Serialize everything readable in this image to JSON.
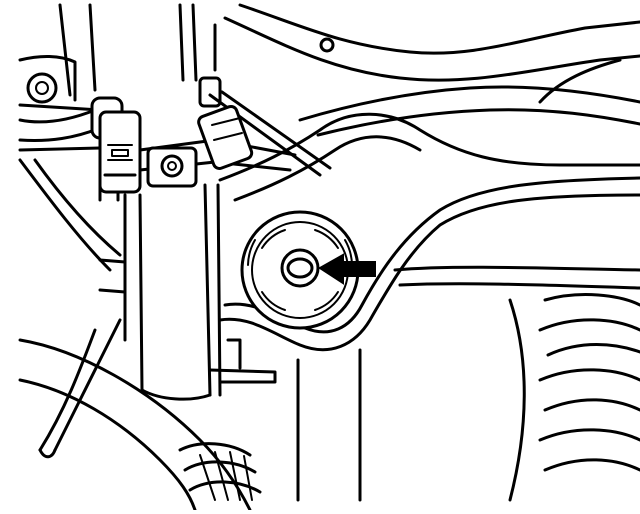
{
  "figure": {
    "type": "line-art-technical-illustration",
    "colors": {
      "ink": "#000000",
      "paper": "#ffffff"
    },
    "callouts": [
      {
        "kind": "arrow",
        "direction": "left",
        "target": "round-bushing-center-hole"
      }
    ]
  }
}
